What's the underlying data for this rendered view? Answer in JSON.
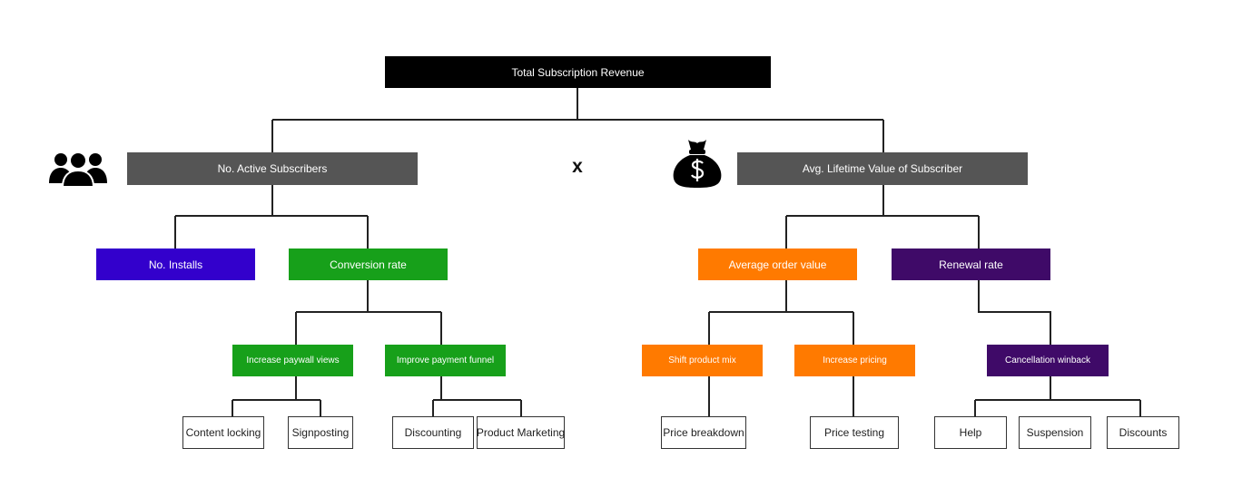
{
  "diagram": {
    "root": {
      "label": "Total Subscription Revenue",
      "color": "#000000"
    },
    "operator": "x",
    "left": {
      "label": "No. Active Subscribers",
      "icon": "people-group-icon",
      "color": "#555555",
      "installs": {
        "label": "No. Installs",
        "color": "#3300cc"
      },
      "conversion": {
        "label": "Conversion rate",
        "color": "#17a01a",
        "paywall": {
          "label": "Increase paywall views",
          "leaves": [
            "Content locking",
            "Signposting"
          ]
        },
        "payment": {
          "label": "Improve payment funnel",
          "leaves": [
            "Discounting",
            "Product Marketing"
          ]
        }
      }
    },
    "right": {
      "label": "Avg. Lifetime Value of Subscriber",
      "icon": "money-bag-icon",
      "color": "#555555",
      "order_value": {
        "label": "Average order value",
        "color": "#ff7a00",
        "mix": {
          "label": "Shift product mix",
          "leaves": [
            "Price breakdown"
          ]
        },
        "pricing": {
          "label": "Increase pricing",
          "leaves": [
            "Price testing"
          ]
        }
      },
      "renewal": {
        "label": "Renewal rate",
        "color": "#3f0a68",
        "winback": {
          "label": "Cancellation winback",
          "leaves": [
            "Help",
            "Suspension",
            "Discounts"
          ]
        }
      }
    }
  }
}
